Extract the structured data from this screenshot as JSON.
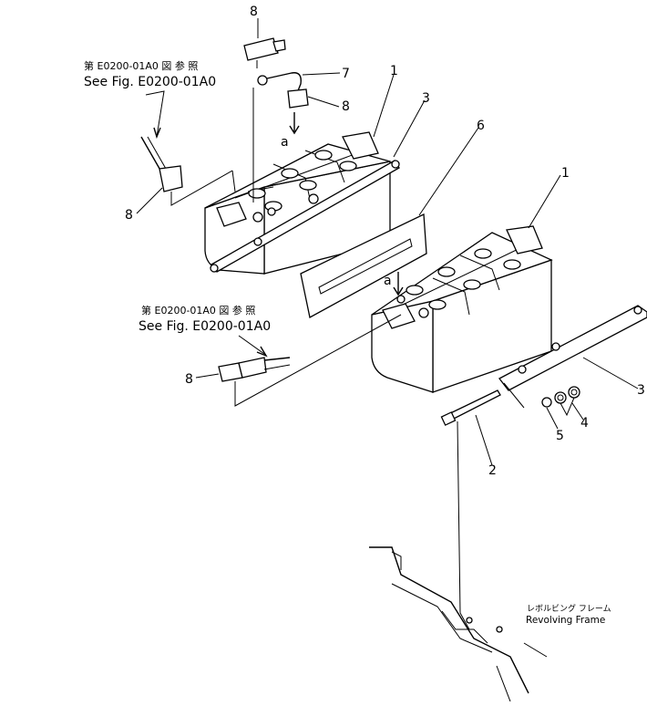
{
  "callouts": {
    "c1a": "1",
    "c1b": "1",
    "c2": "2",
    "c3a": "3",
    "c3b": "3",
    "c4": "4",
    "c5": "5",
    "c6": "6",
    "c7": "7",
    "c8a": "8",
    "c8b": "8",
    "c8c": "8",
    "c8d": "8",
    "a1": "a",
    "a2": "a"
  },
  "references": {
    "ref1_jp": "第 E0200-01A0 図 参 照",
    "ref1_en": "See Fig. E0200-01A0",
    "ref2_jp": "第 E0200-01A0 図 参 照",
    "ref2_en": "See Fig. E0200-01A0"
  },
  "frame": {
    "jp": "レボルビング フレーム",
    "en": "Revolving Frame"
  }
}
